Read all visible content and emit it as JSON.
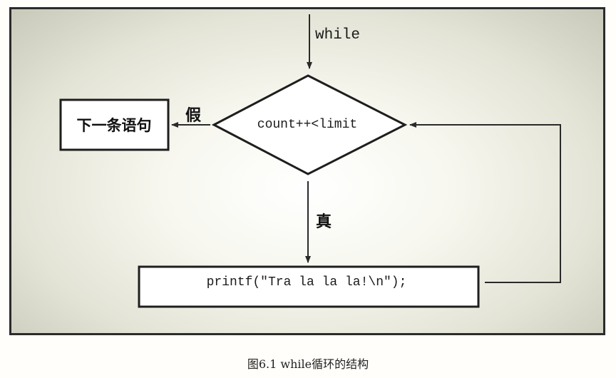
{
  "diagram": {
    "entry_label": "while",
    "condition": "count++<limit",
    "false_label": "假",
    "true_label": "真",
    "next_statement": "下一条语句",
    "loop_body": "printf(\"Tra la la la!\\n\");"
  },
  "caption": "图6.1 while循环的结构"
}
